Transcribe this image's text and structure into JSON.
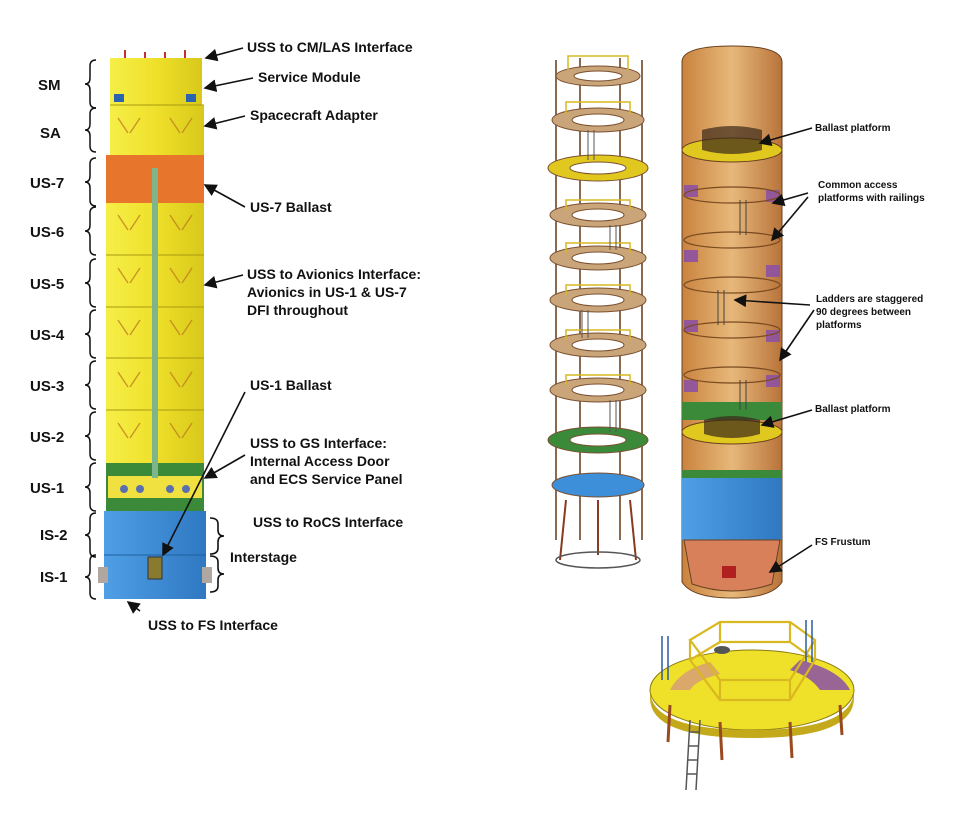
{
  "colors": {
    "yellow": "#f2e62c",
    "orange": "#e8752c",
    "green": "#3a8a3a",
    "blue": "#3d8fd9",
    "tan": "#d9a86a",
    "purple": "#8a4fa8"
  },
  "left_stack": {
    "segments": [
      "SM",
      "SA",
      "US-7",
      "US-6",
      "US-5",
      "US-4",
      "US-3",
      "US-2",
      "US-1",
      "IS-2",
      "IS-1"
    ],
    "callouts": {
      "uss_cm_las": "USS to CM/LAS Interface",
      "service_module": "Service Module",
      "spacecraft_adapter": "Spacecraft Adapter",
      "us7_ballast": "US-7 Ballast",
      "avionics_1": "USS to Avionics Interface:",
      "avionics_2": "Avionics in US-1 & US-7",
      "avionics_3": "DFI throughout",
      "us1_ballast": "US-1 Ballast",
      "gs_1": "USS to GS Interface:",
      "gs_2": "Internal Access Door",
      "gs_3": "and ECS Service Panel",
      "rocs": "USS to RoCS Interface",
      "interstage": "Interstage",
      "fs": "USS to FS Interface"
    }
  },
  "right_stack": {
    "callouts": {
      "ballast_top": "Ballast platform",
      "common_1": "Common access",
      "common_2": "platforms with railings",
      "ladders_1": "Ladders are staggered",
      "ladders_2": "90 degrees between",
      "ladders_3": "platforms",
      "ballast_bottom": "Ballast platform",
      "frustum": "FS Frustum"
    }
  }
}
